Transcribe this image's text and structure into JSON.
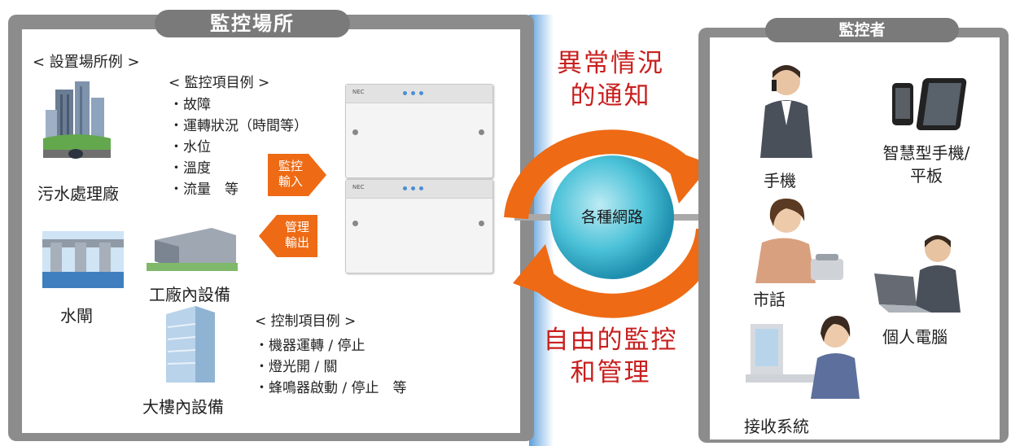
{
  "left_panel": {
    "title": "監控場所",
    "setting_examples_heading": "< 設置場所例 >",
    "monitor_items_heading": "< 監控項目例 >",
    "monitor_items": [
      "・故障",
      "・運轉狀況（時間等）",
      "・水位",
      "・溫度",
      "・流量　等"
    ],
    "control_items_heading": "< 控制項目例 >",
    "control_items": [
      "・機器運轉 / 停止",
      "・燈光開 / 關",
      "・蜂鳴器啟動 / 停止　等"
    ],
    "sites": {
      "sewage": "污水處理廠",
      "floodgate": "水閘",
      "factory": "工廠內設備",
      "building": "大樓內設備"
    },
    "arrow_in": [
      "監控",
      "輸入"
    ],
    "arrow_out": [
      "管理",
      "輸出"
    ],
    "device_brand": "NEC"
  },
  "center": {
    "network_label": "各種網路",
    "notice": [
      "異常情況",
      "的通知"
    ],
    "free_control": [
      "自由的監控",
      "和管理"
    ]
  },
  "right_panel": {
    "title": "監控者",
    "mobile": "手機",
    "smart": [
      "智慧型手機/",
      "平板"
    ],
    "landline": "市話",
    "pc": "個人電腦",
    "receiver": "接收系統"
  },
  "colors": {
    "accent_red": "#c8201f",
    "arrow_orange": "#ee6a14",
    "network_teal": "#36b5cc",
    "frame_gray": "#8c8c8c"
  }
}
